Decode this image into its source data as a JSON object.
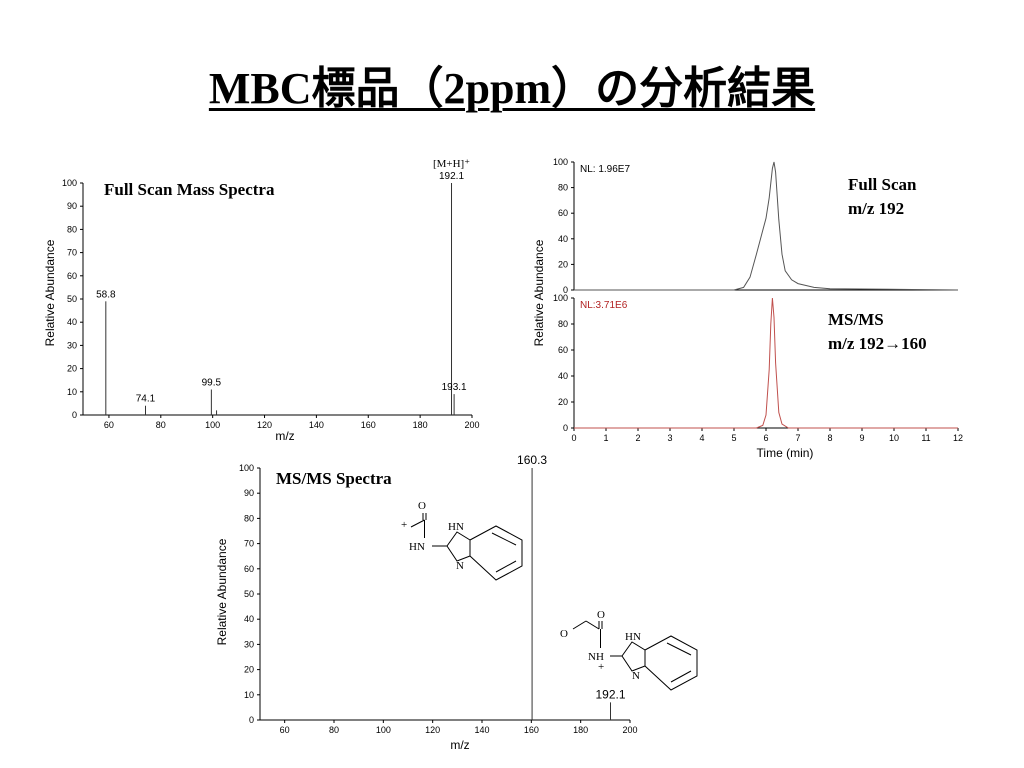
{
  "page": {
    "title": "MBC標品（2ppm）の分析結果"
  },
  "colors": {
    "axis": "#000000",
    "trace": "#555555",
    "msms_trace": "#c0504d",
    "nl2_text": "#b22222"
  },
  "chart_data": [
    {
      "id": "full-scan",
      "type": "bar",
      "title": "Full Scan Mass Spectra",
      "xlabel": "m/z",
      "ylabel": "Relative Abundance",
      "xlim": [
        50,
        200
      ],
      "ylim": [
        0,
        100
      ],
      "xticks": [
        60,
        80,
        100,
        120,
        140,
        160,
        180,
        200
      ],
      "yticks": [
        0,
        10,
        20,
        30,
        40,
        50,
        60,
        70,
        80,
        90,
        100
      ],
      "peaks": [
        {
          "x": 58.8,
          "y": 49,
          "label": "58.8"
        },
        {
          "x": 74.1,
          "y": 4,
          "label": "74.1"
        },
        {
          "x": 99.5,
          "y": 11,
          "label": "99.5"
        },
        {
          "x": 101.5,
          "y": 2,
          "label": ""
        },
        {
          "x": 192.1,
          "y": 100,
          "label": "192.1"
        },
        {
          "x": 193.1,
          "y": 9,
          "label": "193.1"
        }
      ],
      "top_peak_note": "[M+H]⁺"
    },
    {
      "id": "chromatograms",
      "type": "line",
      "xlabel": "Time (min)",
      "ylabel": "Relative Abundance",
      "xlim": [
        0,
        12
      ],
      "xticks": [
        0,
        1,
        2,
        3,
        4,
        5,
        6,
        7,
        8,
        9,
        10,
        11,
        12
      ],
      "ylim": [
        0,
        100
      ],
      "yticks": [
        0,
        20,
        40,
        60,
        80,
        100
      ],
      "series": [
        {
          "nl": "NL: 1.96E7",
          "label_line1": "Full Scan",
          "label_line2": "m/z 192",
          "x": [
            0,
            5.0,
            5.3,
            5.5,
            5.7,
            5.85,
            6.0,
            6.1,
            6.2,
            6.25,
            6.3,
            6.4,
            6.5,
            6.6,
            6.8,
            7.0,
            7.5,
            8.0,
            12
          ],
          "y": [
            0,
            0,
            2,
            10,
            28,
            42,
            56,
            72,
            95,
            100,
            92,
            55,
            28,
            15,
            8,
            5,
            2,
            1,
            0
          ]
        },
        {
          "nl": "NL:3.71E6",
          "label_line1": "MS/MS",
          "label_line2": "m/z 192→160",
          "x": [
            0,
            5.7,
            5.9,
            6.0,
            6.1,
            6.15,
            6.2,
            6.25,
            6.3,
            6.4,
            6.5,
            6.7,
            12
          ],
          "y": [
            0,
            0,
            2,
            10,
            45,
            80,
            100,
            85,
            50,
            12,
            3,
            0,
            0
          ]
        }
      ]
    },
    {
      "id": "msms-spectrum",
      "type": "bar",
      "title": "MS/MS  Spectra",
      "xlabel": "m/z",
      "ylabel": "Relative Abundance",
      "xlim": [
        50,
        200
      ],
      "ylim": [
        0,
        100
      ],
      "xticks": [
        60,
        80,
        100,
        120,
        140,
        160,
        180,
        200
      ],
      "yticks": [
        0,
        10,
        20,
        30,
        40,
        50,
        60,
        70,
        80,
        90,
        100
      ],
      "peaks": [
        {
          "x": 160.3,
          "y": 100,
          "label": "160.3"
        },
        {
          "x": 192.1,
          "y": 7,
          "label": "192.1"
        }
      ]
    }
  ],
  "structures": {
    "fragment": {
      "o": "O",
      "plus": "+",
      "hn": "HN",
      "nh": "HN",
      "n": "N"
    },
    "parent": {
      "o1": "O",
      "o2": "O",
      "nh_plus": "NH",
      "plus": "+",
      "hn": "HN",
      "n": "N"
    }
  }
}
